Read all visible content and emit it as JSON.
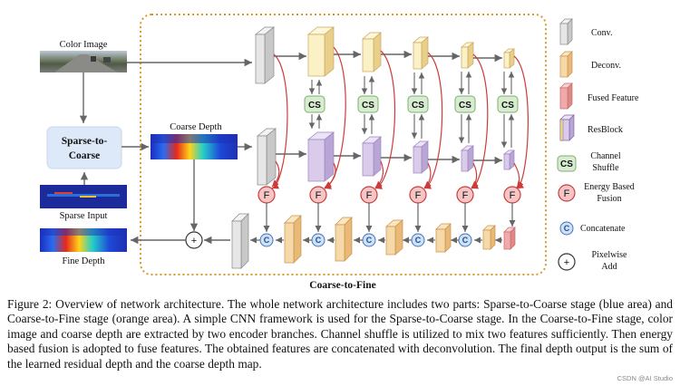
{
  "diagram": {
    "stage_title": "Coarse-to-Fine",
    "inputs": {
      "color_image": "Color Image",
      "sparse_to_coarse": [
        "Sparse-to-",
        "Coarse"
      ],
      "coarse_depth": "Coarse Depth",
      "sparse_input": "Sparse Input",
      "fine_depth": "Fine Depth"
    },
    "node_labels": {
      "channel_shuffle": "CS",
      "fusion": "F",
      "concatenate": "C",
      "add": "+"
    },
    "legend": [
      {
        "icon": "conv-block-icon",
        "label": [
          "Conv."
        ]
      },
      {
        "icon": "deconv-block-icon",
        "label": [
          "Deconv."
        ]
      },
      {
        "icon": "fused-feature-block-icon",
        "label": [
          "Fused Feature"
        ]
      },
      {
        "icon": "resblock-block-icon",
        "label": [
          "ResBlock"
        ]
      },
      {
        "icon": "channel-shuffle-icon",
        "label": [
          "Channel",
          "Shuffle"
        ],
        "symbol": "CS"
      },
      {
        "icon": "energy-fusion-icon",
        "label": [
          "Energy Based",
          "Fusion"
        ],
        "symbol": "F"
      },
      {
        "icon": "concatenate-icon",
        "label": [
          "Concatenate"
        ],
        "symbol": "C"
      },
      {
        "icon": "pixelwise-add-icon",
        "label": [
          "Pixelwise",
          "Add"
        ],
        "symbol": "+"
      }
    ],
    "colors": {
      "conv": "#e6e6e6",
      "deconv_yellow": "#fbf1c7",
      "deconv_orange": "#f6d9a8",
      "resblock": "#d9cbe9",
      "fused": "#f2a9a9",
      "cs_fill": "#d7ecd0",
      "f_fill": "#f6c6c6",
      "c_fill": "#cfe0f7",
      "stage_fill": "#dde9f8",
      "border_orange": "#d79a2a",
      "arrow_red": "#cc3b3b",
      "arrow_gray": "#666666"
    }
  },
  "caption": "Figure 2: Overview of network architecture. The whole network architecture includes two parts: Sparse-to-Coarse stage (blue area) and Coarse-to-Fine stage (orange area). A simple CNN framework is used for the Sparse-to-Coarse stage. In the Coarse-to-Fine stage, color image and coarse depth are extracted by two encoder branches. Channel shuffle is utilized to mix two features sufficiently. Then energy based fusion is adopted to fuse features. The obtained features are concatenated with deconvolution. The final depth output is the sum of the learned residual depth and the coarse depth map.",
  "watermark": "CSDN @AI Studio"
}
